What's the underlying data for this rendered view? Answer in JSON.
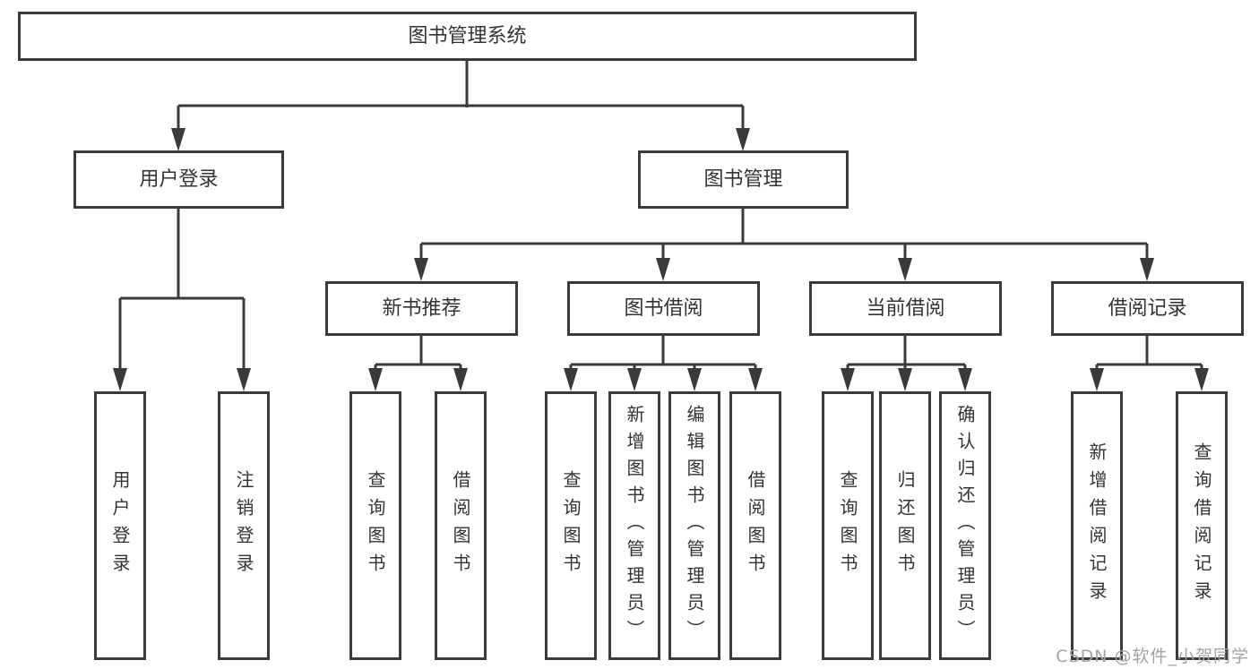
{
  "diagram": {
    "root": {
      "label": "图书管理系统"
    },
    "level2": [
      {
        "label": "用户登录"
      },
      {
        "label": "图书管理"
      }
    ],
    "level3": [
      {
        "label": "新书推荐"
      },
      {
        "label": "图书借阅"
      },
      {
        "label": "当前借阅"
      },
      {
        "label": "借阅记录"
      }
    ],
    "leaves": [
      {
        "label": "用户登录"
      },
      {
        "label": "注销登录"
      },
      {
        "label": "查询图书"
      },
      {
        "label": "借阅图书"
      },
      {
        "label": "查询图书"
      },
      {
        "label": "新增图书（管理员）"
      },
      {
        "label": "编辑图书（管理员）"
      },
      {
        "label": "借阅图书"
      },
      {
        "label": "查询图书"
      },
      {
        "label": "归还图书"
      },
      {
        "label": "确认归还（管理员）"
      },
      {
        "label": "新增借阅记录"
      },
      {
        "label": "查询借阅记录"
      }
    ],
    "watermark": "CSDN @软件_小贺同学",
    "colors": {
      "line": "#3a3a3a",
      "text": "#333333",
      "watermark": "#a3a3a3",
      "background": "#ffffff"
    }
  }
}
